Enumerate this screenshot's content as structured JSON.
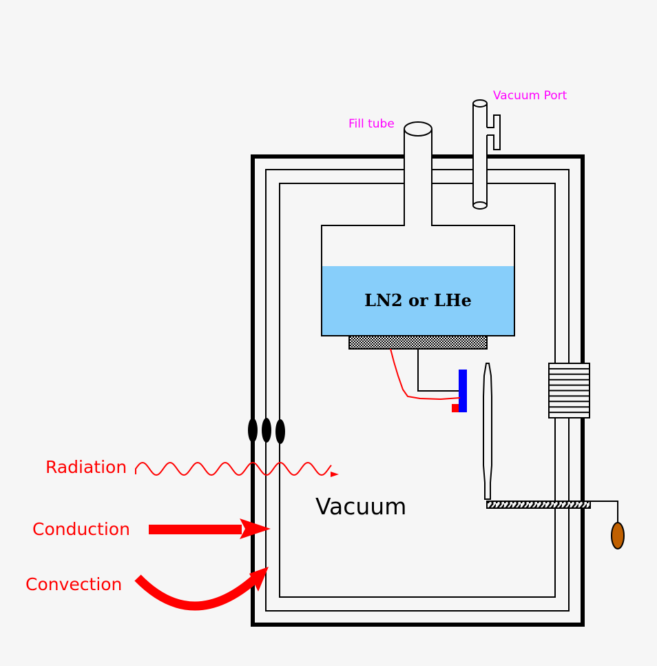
{
  "diagram": {
    "title": "Cryostat heat transfer diagram",
    "labels": {
      "fill_tube": "Fill tube",
      "vacuum_port": "Vacuum Port",
      "liquid": "LN2 or LHe",
      "vacuum": "Vacuum",
      "radiation": "Radiation",
      "conduction": "Conduction",
      "convection": "Convection"
    },
    "colors": {
      "background": "#f6f6f6",
      "line": "#000000",
      "liquid_fill": "#87cefa",
      "annotation_label": "#ff00ff",
      "heat_arrow": "#ff0000",
      "sample_holder": "#0000ff",
      "sensor": "#ff0000",
      "bulb": "#c06000"
    },
    "liquid_level_fraction": 0.62,
    "bellows_stripes": 10
  }
}
